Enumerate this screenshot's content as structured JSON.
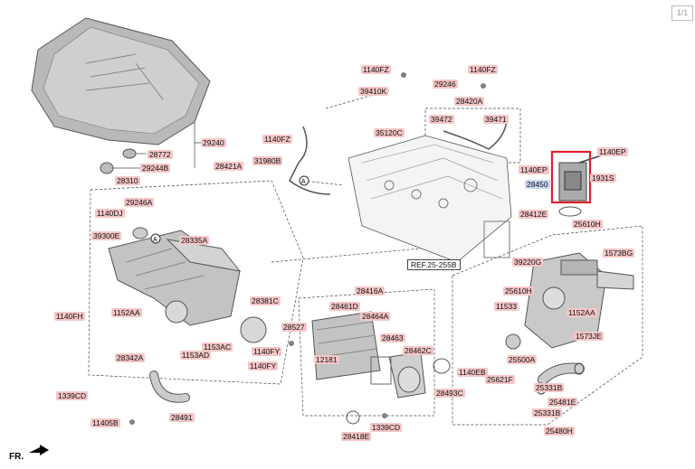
{
  "page_indicator": "1/1",
  "orientation_label": "FR.",
  "highlight_color": "#e0202a",
  "label_color": "#f5c6c6",
  "selected_label_color": "#c9d7f0",
  "reference_label": "REF.25-255B",
  "selected_part": "28450",
  "labels": [
    "29240",
    "28772",
    "29244B",
    "28310",
    "1140FZ",
    "29246",
    "1140FZ",
    "39410K",
    "28420A",
    "39472",
    "39471",
    "35120C",
    "1140FZ",
    "28421A",
    "31980B",
    "1140EP",
    "1140EP",
    "28450",
    "1931S",
    "28412E",
    "25610H",
    "29246A",
    "1140DJ",
    "39300E",
    "28335A",
    "1140FH",
    "1152AA",
    "28381C",
    "1153AC",
    "1153AD",
    "28342A",
    "28527",
    "1140FY",
    "1140FY",
    "1339CD",
    "28491",
    "11405B",
    "28416A",
    "28461D",
    "28464A",
    "28463",
    "12181",
    "28462C",
    "28418E",
    "1339CD",
    "39220G",
    "1573BG",
    "25610H",
    "11533",
    "1152AA",
    "1573JE",
    "28493C",
    "1140EB",
    "25500A",
    "25621F",
    "25331B",
    "25481E",
    "25331B",
    "25480H"
  ]
}
